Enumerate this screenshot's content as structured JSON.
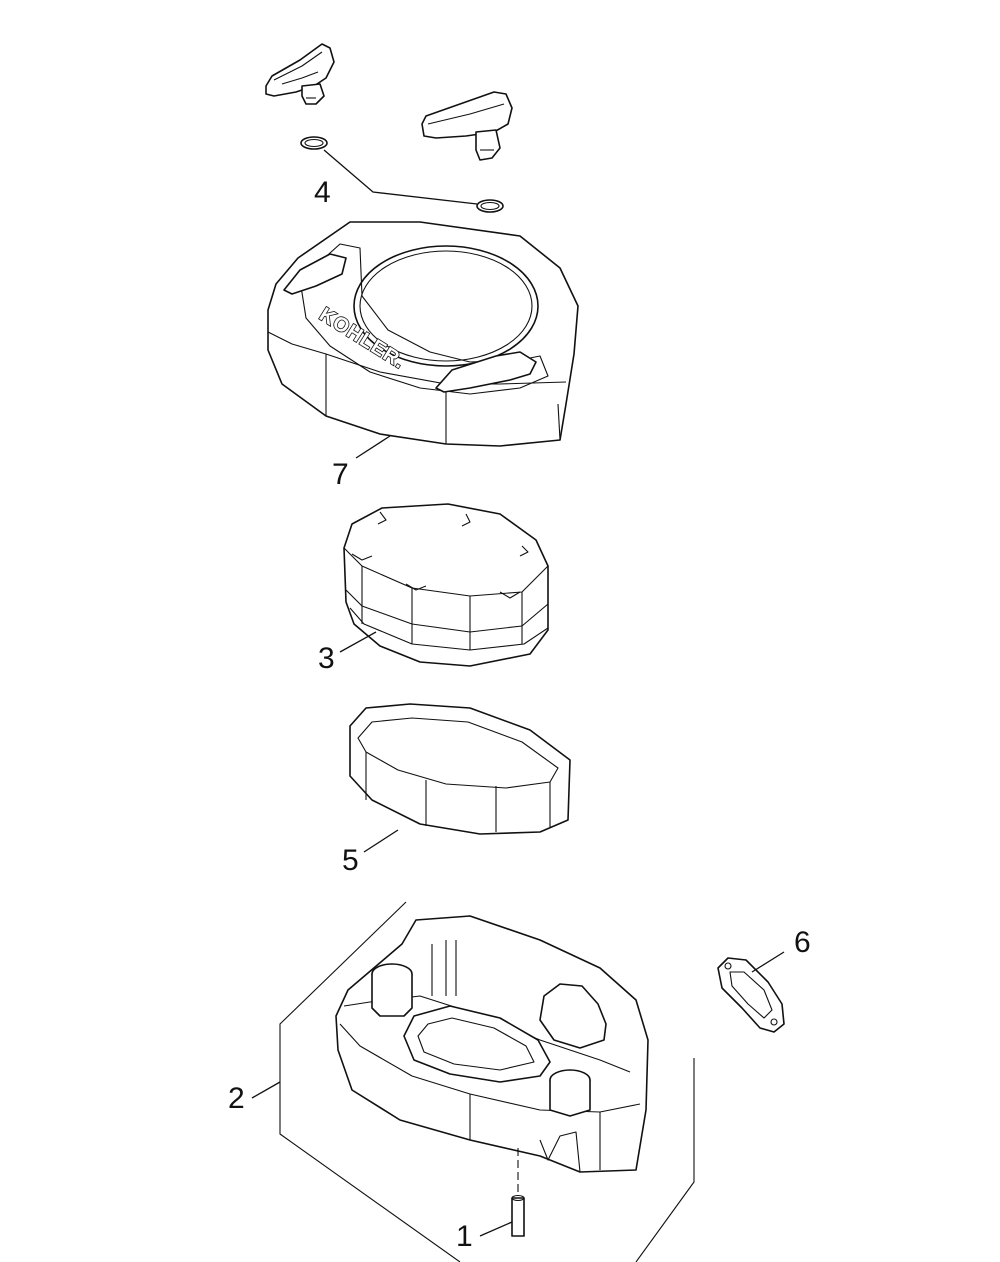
{
  "diagram": {
    "brand_text": "KOHLER.",
    "callouts": [
      {
        "number": "1",
        "part": "pin"
      },
      {
        "number": "2",
        "part": "base-assembly"
      },
      {
        "number": "3",
        "part": "filter-element"
      },
      {
        "number": "4",
        "part": "seal-rings"
      },
      {
        "number": "5",
        "part": "precleaner"
      },
      {
        "number": "6",
        "part": "gasket"
      },
      {
        "number": "7",
        "part": "cover"
      }
    ]
  }
}
